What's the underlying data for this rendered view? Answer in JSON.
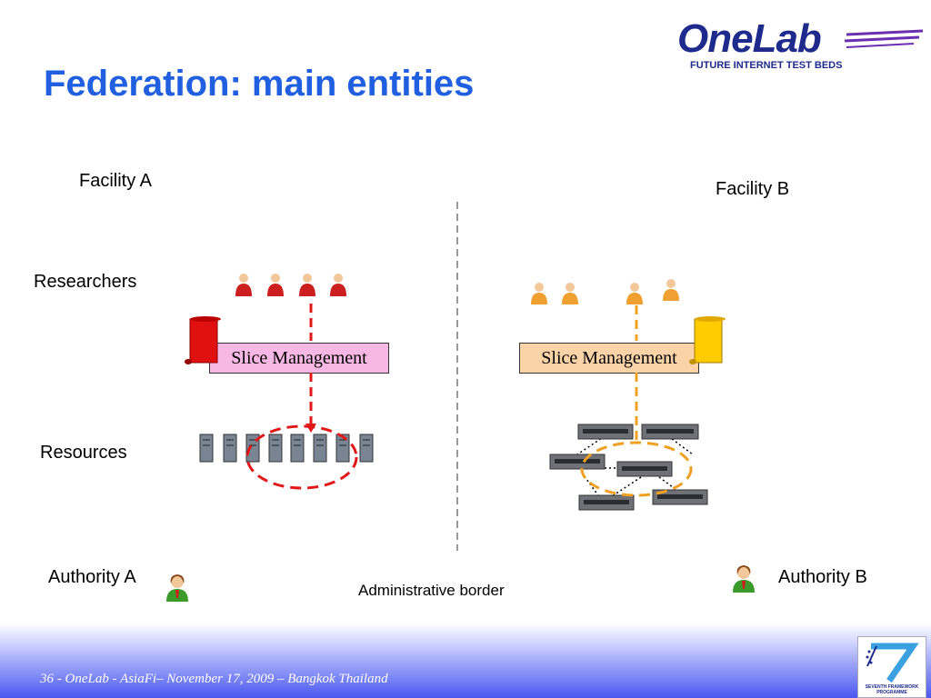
{
  "slide": {
    "title": "Federation: main entities",
    "logo": {
      "name": "OneLab",
      "tagline": "FUTURE INTERNET TEST BEDS"
    },
    "footer": "36 - OneLab -  AsiaFi– November 17, 2009 – Bangkok Thailand",
    "fp7_badge": "SEVENTH FRAMEWORK PROGRAMME"
  },
  "diagram": {
    "facility_a": "Facility A",
    "facility_b": "Facility B",
    "row_researchers": "Researchers",
    "row_resources": "Resources",
    "authority_a": "Authority A",
    "authority_b": "Authority B",
    "slice_a": "Slice Management",
    "slice_b": "Slice Management",
    "border_label": "Administrative border"
  },
  "colors": {
    "title": "#1f5fe0",
    "researcher_a": "#cc1f1f",
    "researcher_b": "#f0a030",
    "slice_a_fill": "#f7b8e4",
    "slice_b_fill": "#fbd3a8",
    "path_a": "#e01818",
    "path_b": "#f0a020",
    "scroll_a": "#e01010",
    "scroll_b": "#ffcc00",
    "authority": "#3a9a2a"
  },
  "icons": [
    "person-icon",
    "scroll-icon",
    "server-icon",
    "switch-icon",
    "authority-icon"
  ]
}
